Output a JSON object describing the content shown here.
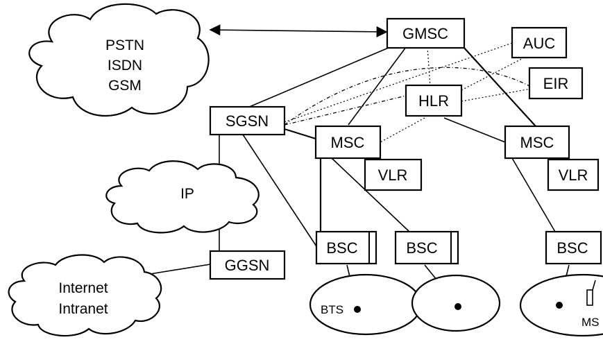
{
  "clouds": {
    "pstn": [
      "PSTN",
      "ISDN",
      "GSM"
    ],
    "ip": [
      "IP"
    ],
    "internet": [
      "Internet",
      "Intranet"
    ]
  },
  "nodes": {
    "gmsc": "GMSC",
    "auc": "AUC",
    "eir": "EIR",
    "hlr": "HLR",
    "sgsn": "SGSN",
    "msc1": "MSC",
    "msc2": "MSC",
    "vlr1": "VLR",
    "vlr2": "VLR",
    "ggsn": "GGSN",
    "bsc1": "BSC",
    "bsc2": "BSC",
    "bsc3": "BSC"
  },
  "cells": {
    "bts": "BTS",
    "ms": "MS"
  }
}
